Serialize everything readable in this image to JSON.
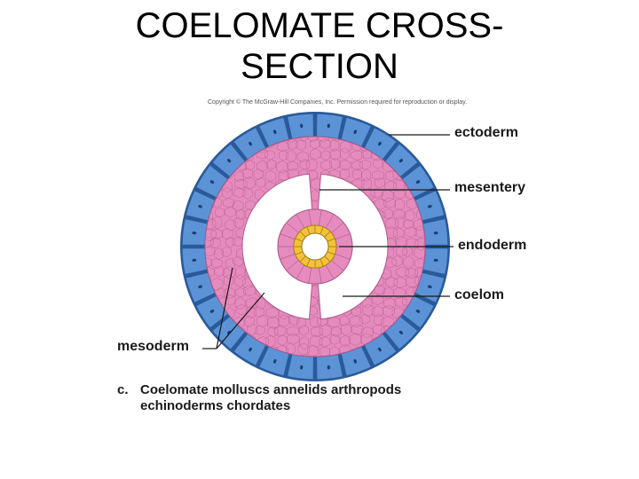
{
  "title": {
    "line1": "COELOMATE CROSS-",
    "line2": "SECTION"
  },
  "copyright": "Copyright © The McGraw-Hill Companies, Inc. Permission required for reproduction or display.",
  "labels": {
    "ectoderm": "ectoderm",
    "mesentery": "mesentery",
    "endoderm": "endoderm",
    "coelom": "coelom",
    "mesoderm": "mesoderm"
  },
  "caption": {
    "letter": "c.",
    "line1": "Coelomate molluscs annelids arthropods",
    "line2": "echinoderms chordates"
  },
  "colors": {
    "ectoderm_fill": "#5b93d6",
    "ectoderm_stroke": "#2a5a9a",
    "mesoderm_fill": "#e68bbd",
    "mesoderm_stroke": "#b05a8a",
    "endoderm_fill": "#f2c23a",
    "coelom_fill": "#ffffff",
    "leader_line": "#1a1a1a"
  }
}
